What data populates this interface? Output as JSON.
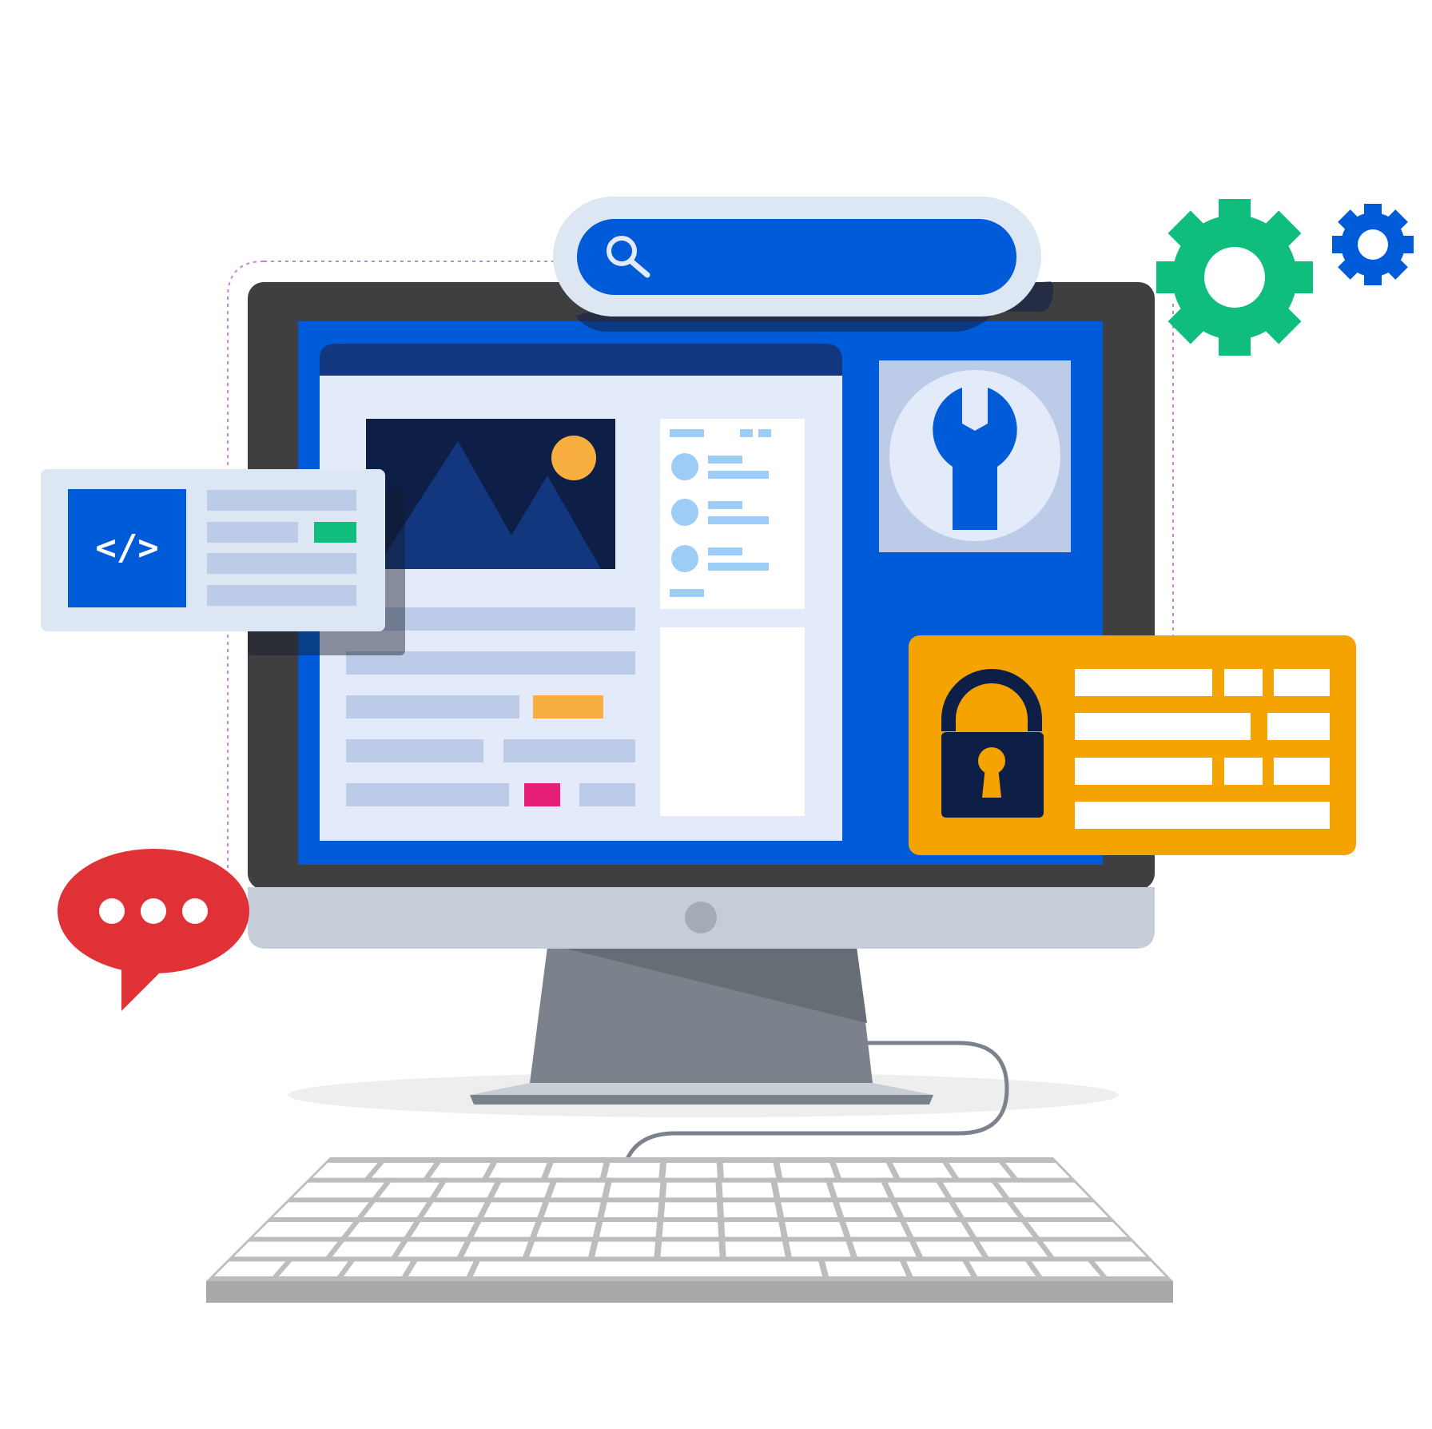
{
  "illustration": {
    "search_bar": {
      "icon": "search-icon",
      "placeholder": ""
    },
    "code_window": {
      "icon": "code-icon",
      "glyph": "</>"
    },
    "chat_bubble": {
      "icon": "ellipsis-icon",
      "dots": 3
    },
    "gears": [
      {
        "icon": "gear-icon",
        "size": "large"
      },
      {
        "icon": "gear-icon",
        "size": "small"
      }
    ],
    "tool_card": {
      "icon": "wrench-icon"
    },
    "security_card": {
      "icon": "padlock-icon"
    },
    "content_window": {
      "image_icon": "image-icon"
    },
    "keyboard": {
      "rows": 6
    }
  },
  "colors": {
    "monitor_bezel": "#3f3f42",
    "monitor_chin": "#c5cdd8",
    "screen_blue": "#005bd8",
    "navy": "#0e1f47",
    "dark_blue": "#13377f",
    "panel_light": "#e3eaf9",
    "bar_lavender": "#bccbe8",
    "light_blue": "#9dcdf7",
    "green": "#0fbd7c",
    "orange": "#f5a300",
    "orange_light": "#f9af40",
    "pink": "#e81f7a",
    "red": "#e03137",
    "gray_stand": "#7b828b",
    "key_white": "#ffffff",
    "key_frame": "#bdbdbd"
  }
}
